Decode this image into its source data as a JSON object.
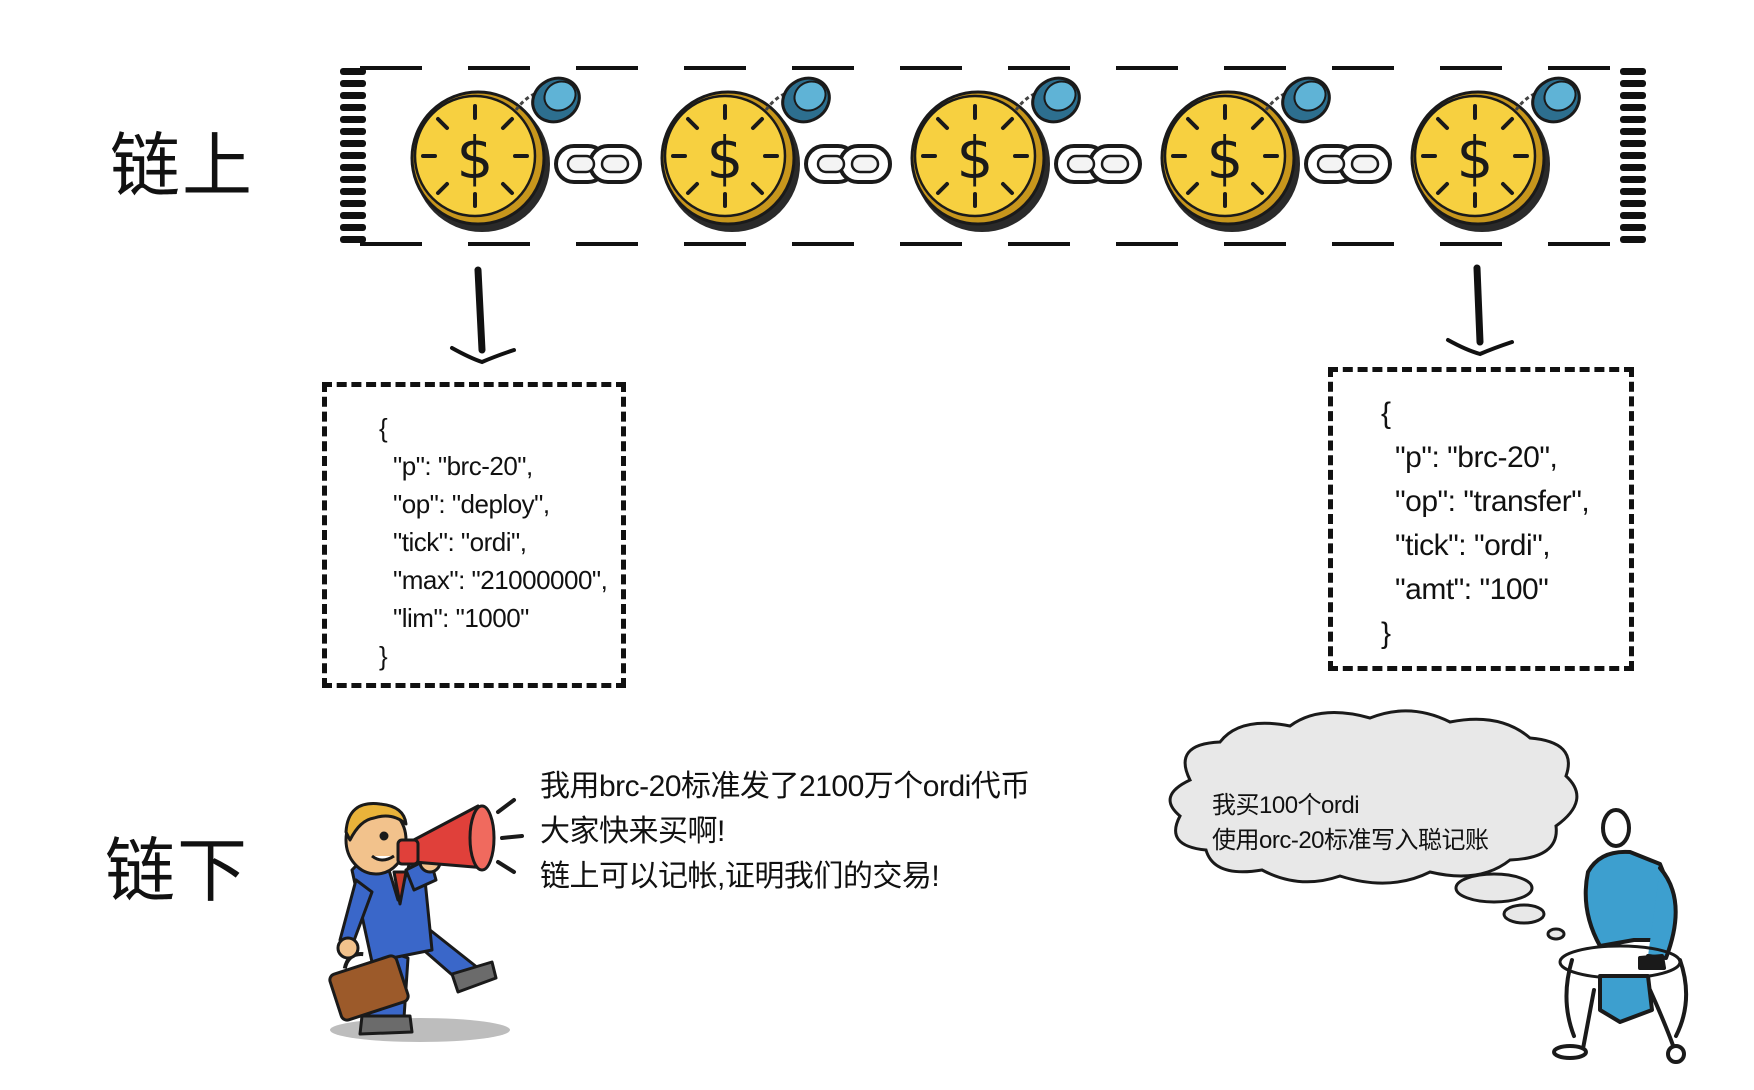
{
  "labels": {
    "on_chain": "链上",
    "off_chain": "链下"
  },
  "deploy_json": [
    "{",
    "\"p\": \"brc-20\",",
    "\"op\": \"deploy\",",
    "\"tick\": \"ordi\",",
    "\"max\": \"21000000\",",
    "\"lim\": \"1000\"",
    "}"
  ],
  "transfer_json": [
    "{",
    "\"p\": \"brc-20\",",
    "\"op\": \"transfer\",",
    "\"tick\": \"ordi\",",
    "\"amt\": \"100\"",
    "}"
  ],
  "speech_lines": [
    "我用brc-20标准发了2100万个ordi代币",
    "大家快来买啊!",
    "链上可以记帐,证明我们的交易!"
  ],
  "thought_lines": [
    "我买100个ordi",
    "使用orc-20标准写入聪记账"
  ],
  "colors": {
    "coin_gold": "#f7d040",
    "coin_edge": "#c7961c",
    "pendant_blue": "#3b8fb4",
    "suit_blue": "#3a67c9",
    "megaphone_red": "#e0403a",
    "thinker_blue": "#3d9fcf",
    "cloud_gray": "#e8e8e8"
  },
  "icons": [
    "coin-dollar-icon",
    "chain-link-icon",
    "megaphone-icon",
    "briefcase-icon",
    "thought-cloud-icon"
  ]
}
